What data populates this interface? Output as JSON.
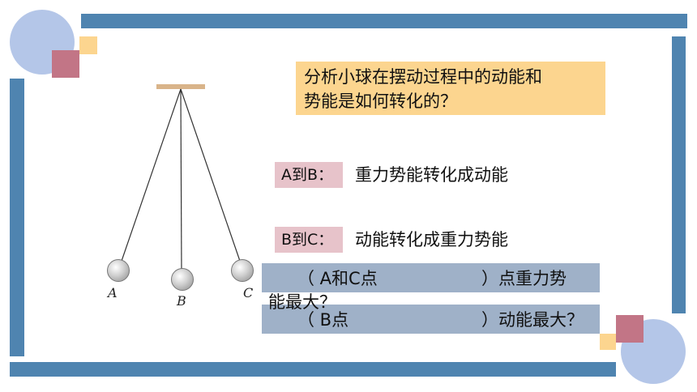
{
  "question": {
    "line1": "分析小球在摆动过程中的动能和",
    "line2": "势能是如何转化的？"
  },
  "transitions": [
    {
      "tag": "A到B：",
      "text": "重力势能转化成动能"
    },
    {
      "tag": "B到C：",
      "text": "动能转化成重力势能"
    }
  ],
  "blanks": {
    "q1_open": "（ A和C点",
    "q1_close": "）点重力势",
    "q1_wrap": "能最大？",
    "q2_open": "（ B点",
    "q2_close": "）动能最大？"
  },
  "pendulum": {
    "labels": [
      "A",
      "B",
      "C"
    ]
  },
  "colors": {
    "frame": "#4f84b0",
    "question_bg": "#fcd58f",
    "tag_bg": "#e7c3ca",
    "blank_bg": "#9fb1c8",
    "circle": "#b4c6e8",
    "square_rose": "#c27586",
    "square_yellow": "#fcd58f"
  }
}
